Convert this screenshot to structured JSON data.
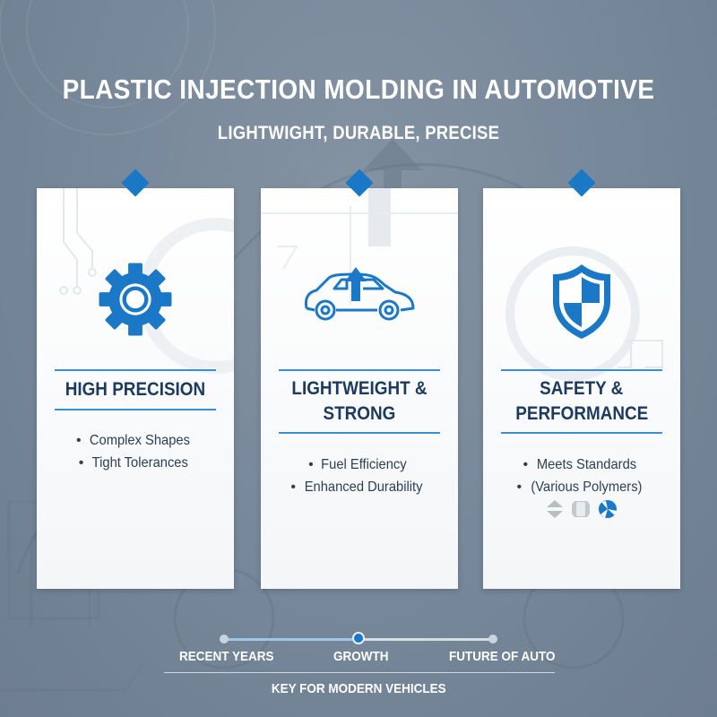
{
  "header": {
    "title": "PLASTIC INJECTION MOLDING IN AUTOMOTIVE",
    "subtitle": "LIGHTWIGHT, DURABLE, PRECISE"
  },
  "colors": {
    "accent": "#1a78c6",
    "heading_text": "#1c3a5e",
    "rule": "#3b8fd1",
    "background": "#76879a",
    "card": "#ffffff"
  },
  "cards": [
    {
      "icon": "gear-icon",
      "heading_lines": [
        "HIGH PRECISION"
      ],
      "bullets": [
        "Complex Shapes",
        "Tight Tolerances"
      ]
    },
    {
      "icon": "car-with-up-arrow-icon",
      "heading_lines": [
        "LIGHTWEIGHT &",
        "STRONG"
      ],
      "bullets": [
        "Fuel Efficiency",
        "Enhanced Durability"
      ]
    },
    {
      "icon": "shield-icon",
      "heading_lines": [
        "SAFETY &",
        "PERFORMANCE"
      ],
      "bullets": [
        "Meets Standards",
        "(Various Polymers)"
      ],
      "mini_icons": [
        "up-down-arrows-icon",
        "polymer-block-icon",
        "fan-blade-icon"
      ]
    }
  ],
  "timeline": {
    "stages": [
      "RECENT YEARS",
      "GROWTH",
      "FUTURE OF AUTO"
    ],
    "active_index": 1
  },
  "footer": {
    "text": "KEY FOR MODERN VEHICLES"
  }
}
